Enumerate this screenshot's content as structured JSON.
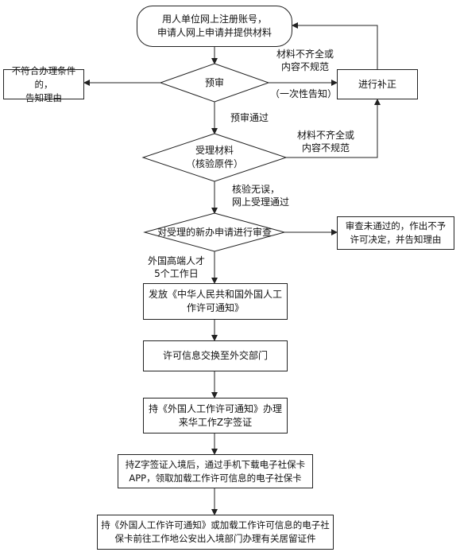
{
  "nodes": {
    "start": "用人单位网上注册账号，\n申请人网上申请并提供材料",
    "pre_review": "预审",
    "reject_left": "不符合办理条件的，\n告知理由",
    "supplement": "进行补正",
    "accept": "受理材料\n（核验原件）",
    "review": "对受理的新办申请进行审查",
    "review_fail": "审查未通过的，作出不予\n许可决定，并告知理由",
    "issue_notice": "发放《中华人民共和国外国人工\n作许可通知》",
    "exchange": "许可信息交换至外交部门",
    "visa": "持《外国人工作许可通知》办理\n来华工作Z字签证",
    "ecard": "持Z字签证入境后，通过手机下载电子社保卡\nAPP，领取加载工作许可信息的电子社保卡",
    "residence": "持《外国人工作许可通知》或加载工作许可信息的电子社\n保卡前往工作地公安出入境部门办理有关居留证件"
  },
  "labels": {
    "incomplete_1": "材料不齐全或\n内容不规范",
    "one_time": "（一次性告知）",
    "pass_pre": "预审通过",
    "incomplete_2": "材料不齐全或\n内容不规范",
    "verified": "核验无误，\n网上受理通过",
    "talent": "外国高端人才\n5个工作日"
  }
}
